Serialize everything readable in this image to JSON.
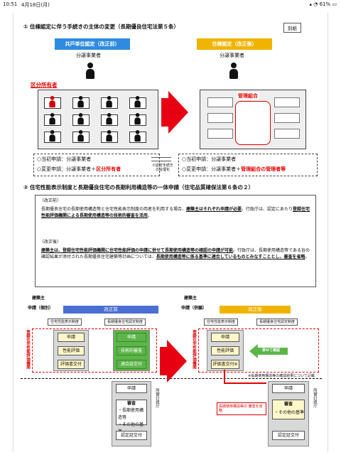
{
  "status_bar": {
    "time": "10:51",
    "date": "4月18日(月)",
    "indicators": "61%"
  },
  "section1": {
    "heading": "① 住棟認定に伴う手続きの主体の変更（長期優良住宅法第５条）",
    "badge": "別紙",
    "before_header": "共戸単位認定（改正前）",
    "after_header": "住棟認定（改正後）",
    "seller_label_left": "分譲事業者",
    "seller_label_right": "分譲事業者",
    "unit_owner_label": "区分所有者",
    "management_label": "管理組合",
    "mid_note": "①認定手続き の合理化",
    "left_lines": [
      {
        "prefix": "○当初申請：",
        "text": "分譲事業者",
        "red": ""
      },
      {
        "prefix": "○変更申請：",
        "text": "分譲事業者＋",
        "red": "区分所有者"
      }
    ],
    "right_lines": [
      {
        "prefix": "○当初申請：",
        "text": "分譲事業者",
        "red": ""
      },
      {
        "prefix": "○変更申請：",
        "text": "分譲事業者＋",
        "red": "管理組合の管理者等"
      }
    ]
  },
  "section2": {
    "heading": "② 住宅性能表示制度と長期優良住宅の長期利用構造等の一体申請（住宅品質確保法第６条の２）",
    "before_label": "（改正前）",
    "before_p1": "長期優良住宅の長期使用構造等と住宅性能表示制度の両者を利用する場合、",
    "before_p1_bold": "建築主はそれぞれ申請が必要",
    "before_p1_end": "。行政庁は、認定にあたり",
    "before_p1_bold2": "登録住宅性能評価機関による長期使用構造等の技術的審査を活用",
    "before_p1_end2": "。",
    "after_label": "（改正後）",
    "after_p1_bold": "建築主は、登録住宅性能評価機関に住宅性能評価の申請に併せて長期使用構造等の確認の申請が可能",
    "after_p1": "。行政庁は、長期使用構造等である旨の確認結果が添付された長期優良住宅建築等計画については、",
    "after_p1_bold2": "長期使用構造等に係る基準に適合しているものとみなすこととし、審査を省略",
    "after_p1_end": "。"
  },
  "diagram_left": {
    "owner": "建築主",
    "apply": "申請（個別）",
    "header": "改正前",
    "col1": "住宅性能表示制度",
    "col2": "長期優良住宅認定制度",
    "side_label": "登録住宅性能評価機関",
    "gov_label": "所管行政庁",
    "col1_boxes": [
      "申請",
      "性能評価",
      "評価書交付"
    ],
    "col2_boxes": [
      "申請",
      "技術的審査",
      "適合証交付"
    ],
    "gov_boxes": [
      "申請",
      "審査",
      "・長期使用構造等",
      "・その他の基準",
      "認定証交付"
    ]
  },
  "diagram_right": {
    "owner": "建築主",
    "apply": "申請（併願）",
    "header": "改正後",
    "col1": "住宅性能表示制度",
    "col2": "長期優良住宅認定制度",
    "side_label": "登録住宅性能評価機関",
    "gov_label": "所管行政庁",
    "col1_boxes": [
      "申請",
      "性能評価",
      "評価書交付※"
    ],
    "merge_label": "併せて確認",
    "footnote": "※長期使用構造等の確認結果について記載",
    "gov_boxes": [
      "申請",
      "審査",
      "・その他の基準",
      "認定証交付"
    ],
    "skip_note": "長期使用構造等の 審査を省略"
  }
}
